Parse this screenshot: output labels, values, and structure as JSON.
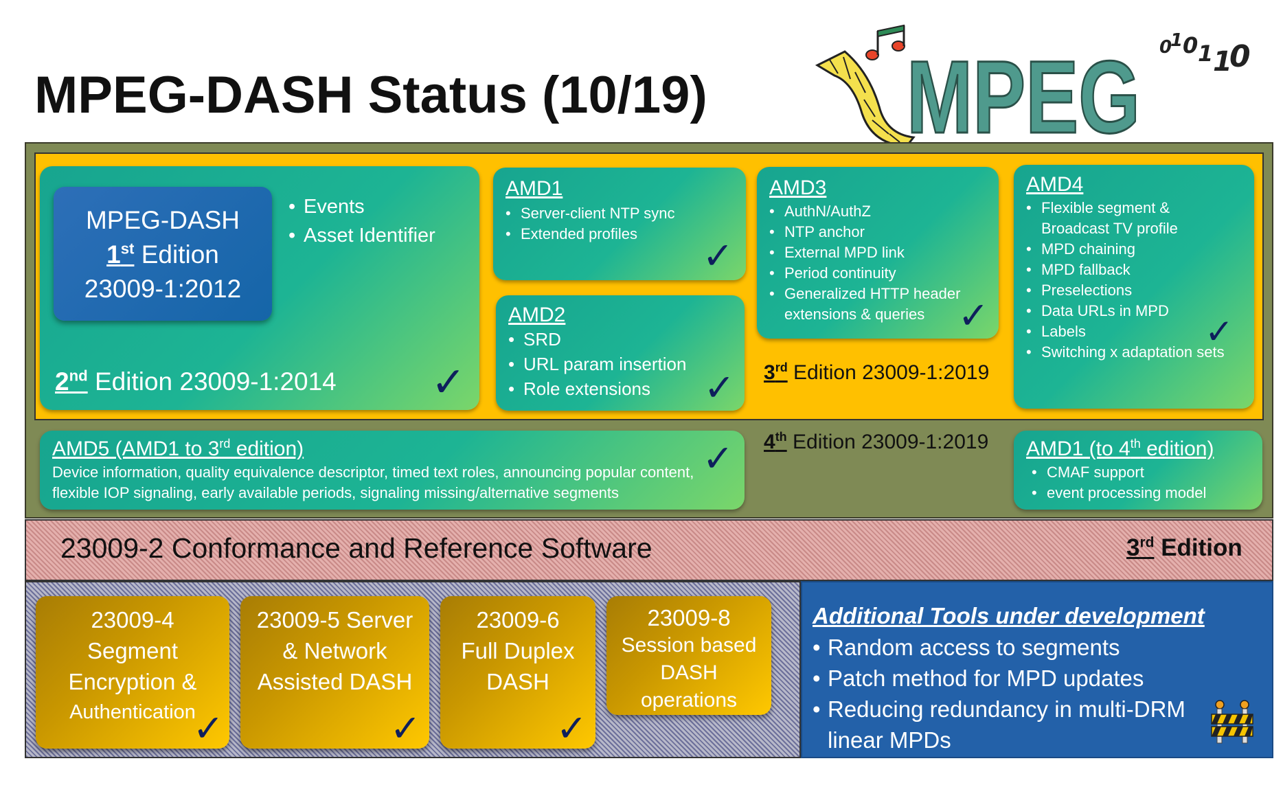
{
  "title": "MPEG-DASH Status (10/19)",
  "logo": {
    "text": "MPEG",
    "digits": [
      "0",
      "1",
      "0",
      "1",
      "1",
      "0"
    ]
  },
  "edition1": {
    "line1": "MPEG-DASH",
    "ord_num": "1",
    "ord_sup": "st",
    "ord_rest": " Edition",
    "line3": "23009-1:2012"
  },
  "edition1_extras": [
    "Events",
    "Asset Identifier"
  ],
  "edition2": {
    "ord_num": "2",
    "ord_sup": "nd",
    "rest": " Edition 23009-1:2014"
  },
  "amd1": {
    "title": "AMD1",
    "items": [
      "Server-client NTP sync",
      "Extended profiles"
    ]
  },
  "amd2": {
    "title": "AMD2",
    "items": [
      "SRD",
      "URL param insertion",
      "Role extensions"
    ]
  },
  "amd3": {
    "title": "AMD3",
    "items": [
      "AuthN/AuthZ",
      "NTP anchor",
      "External MPD link",
      "Period continuity",
      "Generalized HTTP header extensions & queries"
    ]
  },
  "amd4": {
    "title": "AMD4",
    "items": [
      "Flexible segment & Broadcast TV profile",
      "MPD chaining",
      "MPD fallback",
      "Preselections",
      "Data URLs in MPD",
      "Labels",
      "Switching x adaptation sets"
    ]
  },
  "edition3": {
    "ord_num": "3",
    "ord_sup": "rd",
    "rest": " Edition 23009-1:2019"
  },
  "edition4": {
    "ord_num": "4",
    "ord_sup": "th",
    "rest": " Edition 23009-1:2019"
  },
  "amd5": {
    "title_pre": "AMD5 (AMD1 to 3",
    "title_sup": "rd",
    "title_post": " edition)",
    "desc": "Device information, quality equivalence descriptor, timed text roles, announcing popular content, flexible IOP signaling, early available periods, signaling missing/alternative segments"
  },
  "amd1_4th": {
    "title_pre": "AMD1 (to 4",
    "title_sup": "th",
    "title_post": " edition)",
    "items": [
      "CMAF support",
      "event processing model"
    ]
  },
  "conformance": {
    "text": "23009-2 Conformance and Reference Software",
    "edition_num": "3",
    "edition_sup": "rd",
    "edition_rest": " Edition"
  },
  "parts": [
    {
      "lines": [
        "23009-4",
        "Segment",
        "Encryption &",
        "Authentication"
      ]
    },
    {
      "lines": [
        "23009-5 Server",
        "& Network",
        "Assisted DASH"
      ]
    },
    {
      "lines": [
        "23009-6",
        "Full Duplex",
        "DASH"
      ]
    },
    {
      "lines": [
        "23009-8",
        "Session based",
        "DASH",
        "operations"
      ]
    }
  ],
  "additional": {
    "title": "Additional Tools under development",
    "items": [
      "Random access to segments",
      "Patch method for MPD updates",
      "Reducing redundancy in multi-DRM linear MPDs"
    ]
  },
  "check_glyph": "✓",
  "colors": {
    "yellow": "#ffc000",
    "teal": "#1db494",
    "blue": "#2361a9",
    "olive": "#7f8a55",
    "gold": "#c99700",
    "logo_teal": "#4f9a8d"
  }
}
